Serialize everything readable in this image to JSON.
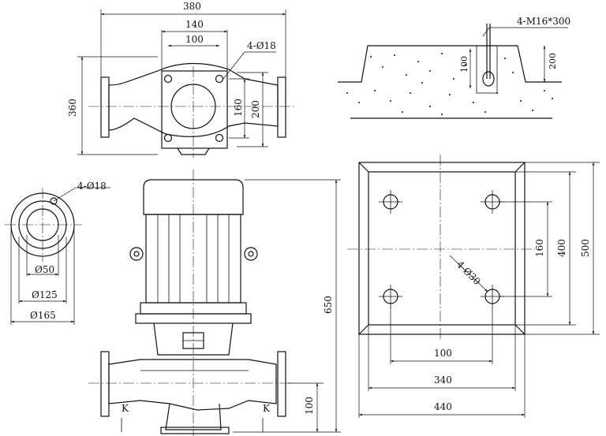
{
  "top_view": {
    "width_overall": "380",
    "flange_width": "140",
    "bolt_spacing": "100",
    "bolt_holes": "4-Ø18",
    "height_overall": "360",
    "inner_dim_a": "160",
    "inner_dim_b": "200"
  },
  "anchor_detail": {
    "bolt_spec": "4-M16*300",
    "embed_depth": "100",
    "pit_depth": "200"
  },
  "flange_detail": {
    "bolt_holes": "4-Ø18",
    "inner_dia": "Ø50",
    "pcd": "Ø125",
    "outer_dia": "Ø165"
  },
  "side_view": {
    "total_height": "650",
    "base_height": "100",
    "section_mark_left": "K",
    "section_mark_right": "K"
  },
  "base_plate": {
    "hole_spec": "4-Ø30",
    "inner_spacing_x": "100",
    "inner_spacing_y": "160",
    "hole_span_x": "340",
    "hole_span_y": "400",
    "width": "440",
    "height": "500"
  }
}
